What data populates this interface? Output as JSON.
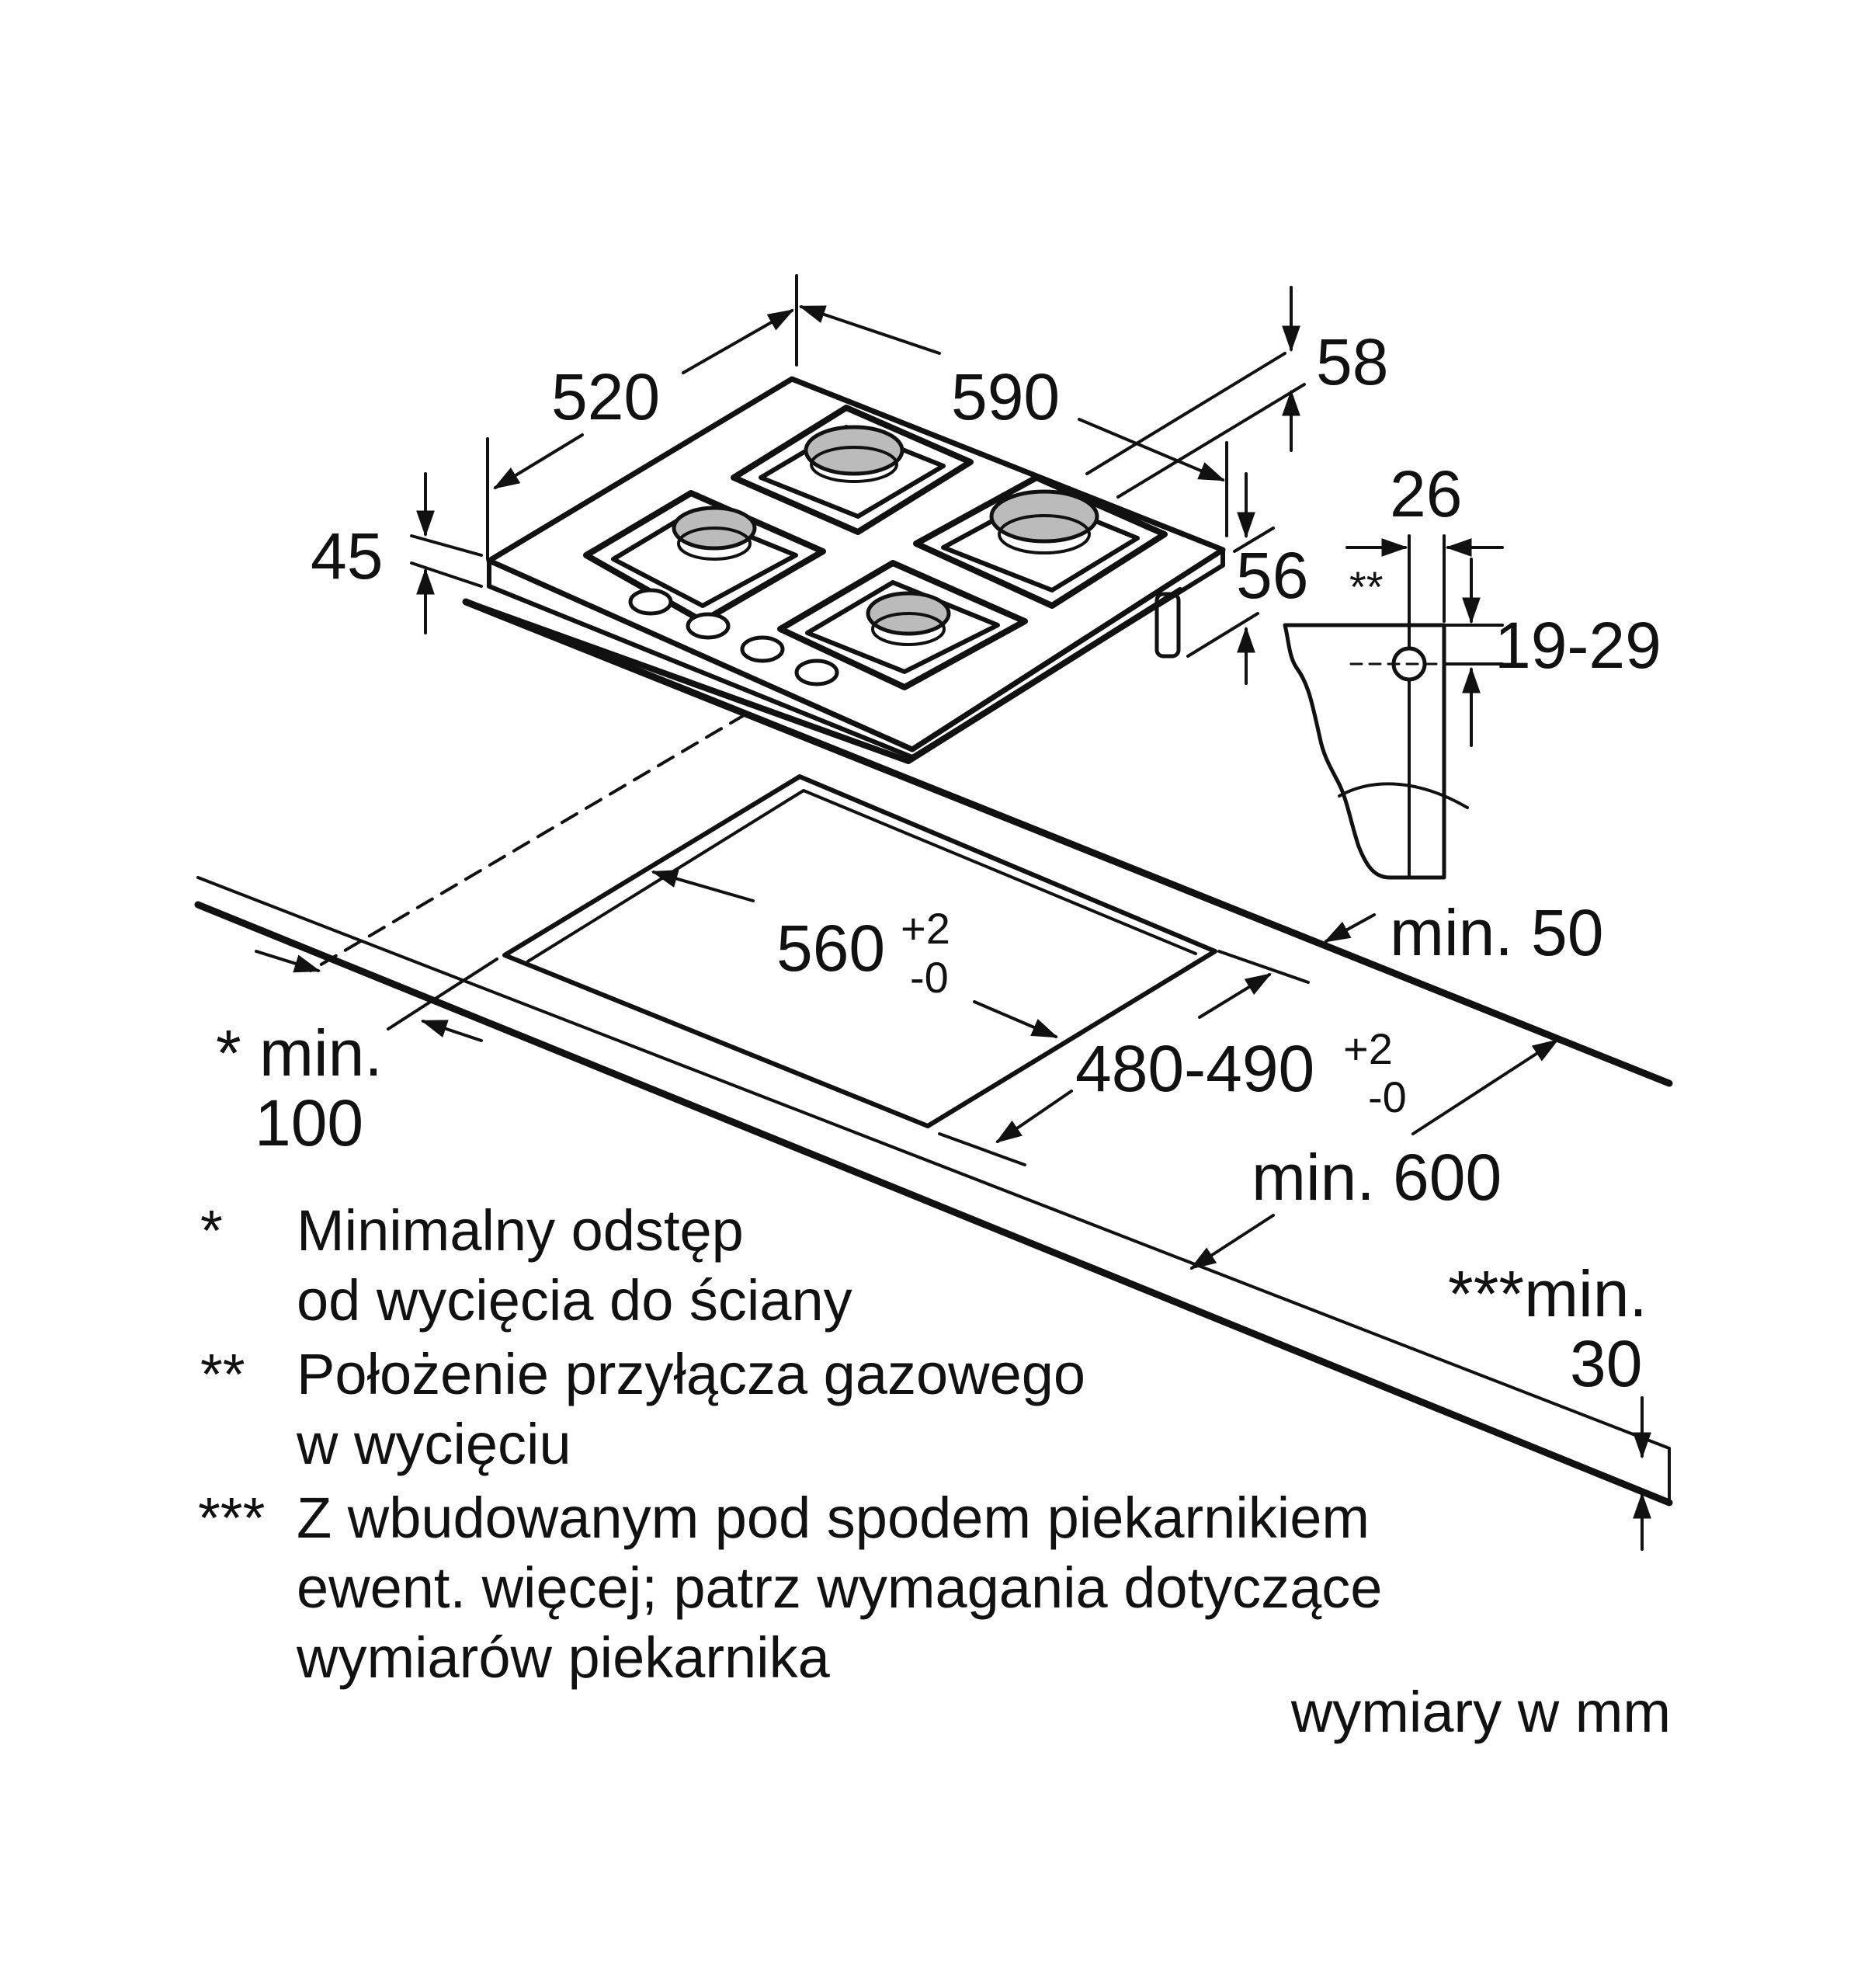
{
  "dimensions": {
    "hob_depth": "520",
    "hob_width": "590",
    "top_offset": "58",
    "hob_height": "45",
    "below_depth": "56",
    "connector_offset": "26",
    "connector_marker": "**",
    "connector_height": "19-29",
    "cutout_width": "560",
    "cutout_width_tol_plus": "+2",
    "cutout_width_tol_minus": "-0",
    "cutout_depth": "480-490",
    "cutout_depth_tol_plus": "+2",
    "cutout_depth_tol_minus": "-0",
    "rear_min": "min. 50",
    "worktop_min_depth": "min. 600",
    "wall_min_line1": "* min.",
    "wall_min_line2": "100",
    "worktop_thickness_line1": "***min.",
    "worktop_thickness_line2": "30"
  },
  "notes": [
    {
      "marker": "*",
      "lines": [
        "Minimalny odstęp",
        "od wycięcia do ściany"
      ]
    },
    {
      "marker": "**",
      "lines": [
        "Położenie przyłącza gazowego",
        "w wycięciu"
      ]
    },
    {
      "marker": "***",
      "lines": [
        "Z wbudowanym pod spodem piekarnikiem",
        "ewent. więcej; patrz wymagania dotyczące",
        "wymiarów piekarnika"
      ]
    }
  ],
  "units_label": "wymiary w mm"
}
